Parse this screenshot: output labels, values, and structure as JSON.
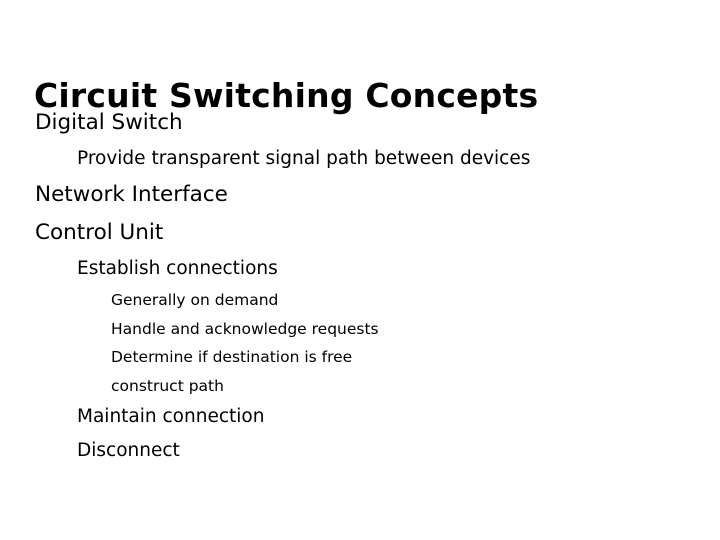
{
  "slide": {
    "title": "Circuit Switching Concepts",
    "background_color": "#ffffff",
    "text_color": "#000000",
    "outline": [
      {
        "level": 1,
        "text": "Digital Switch"
      },
      {
        "level": 2,
        "text": "Provide transparent signal path between devices"
      },
      {
        "level": 1,
        "text": "Network Interface"
      },
      {
        "level": 1,
        "text": "Control Unit"
      },
      {
        "level": 2,
        "text": "Establish connections"
      },
      {
        "level": 3,
        "text": "Generally on demand"
      },
      {
        "level": 3,
        "text": "Handle and acknowledge requests"
      },
      {
        "level": 3,
        "text": "Determine if destination is free"
      },
      {
        "level": 3,
        "text": "construct path"
      },
      {
        "level": 2,
        "text": "Maintain connection"
      },
      {
        "level": 2,
        "text": "Disconnect"
      }
    ]
  }
}
